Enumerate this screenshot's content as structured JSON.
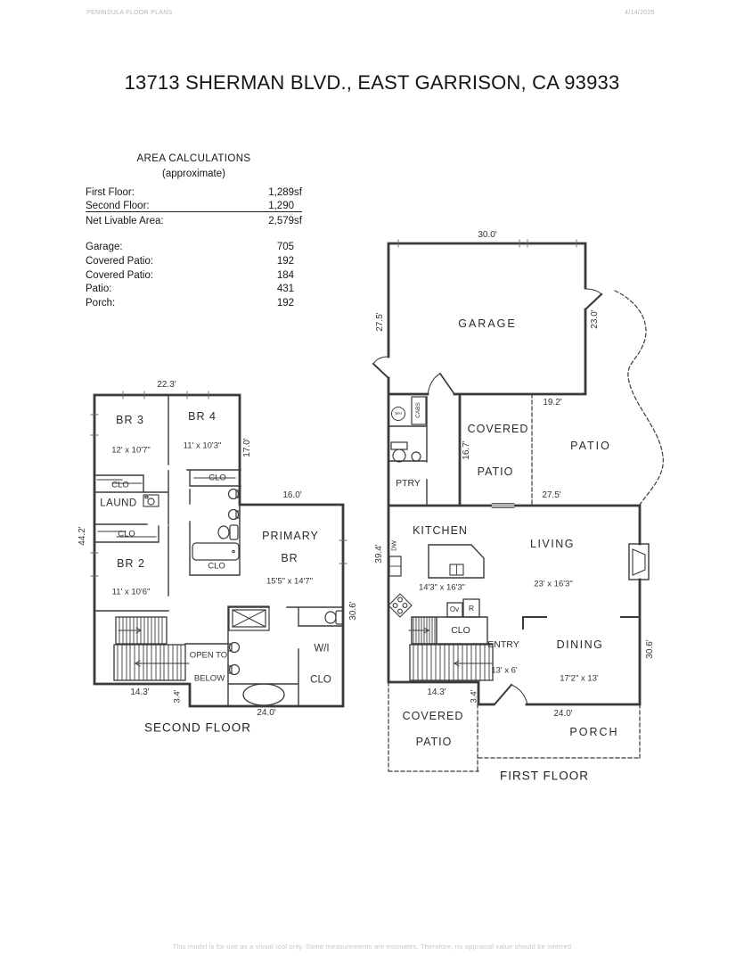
{
  "header": {
    "brand": "PENINSULA FLOOR PLANS",
    "date": "4/14/2025"
  },
  "title": "13713 SHERMAN BLVD., EAST GARRISON, CA 93933",
  "area_calculations": {
    "heading": "AREA CALCULATIONS",
    "subheading": "(approximate)",
    "main_rows": [
      {
        "label": "First Floor:",
        "value": "1,289sf"
      },
      {
        "label": "Second Floor:",
        "value": "1,290"
      },
      {
        "label": "Net Livable Area:",
        "value": "2,579sf"
      }
    ],
    "extra_rows": [
      {
        "label": "Garage:",
        "value": "705"
      },
      {
        "label": "Covered Patio:",
        "value": "192"
      },
      {
        "label": "Covered Patio:",
        "value": "184"
      },
      {
        "label": "Patio:",
        "value": "431"
      },
      {
        "label": "Porch:",
        "value": "192"
      }
    ]
  },
  "first_floor": {
    "floor_label": "FIRST FLOOR",
    "garage": "GARAGE",
    "dim_garage_width": "30.0'",
    "dim_garage_left": "27.5'",
    "dim_garage_right": "23.0'",
    "covered_word": "COVERED",
    "patio_word": "PATIO",
    "dim_covered_height": "16.7'",
    "dim_patio_width": "19.2'",
    "dim_patio_bottom": "27.5'",
    "patio": "PATIO",
    "wh": "WH",
    "cabs": "CABS",
    "ptry": "PTRY",
    "kitchen": "KITCHEN",
    "kitchen_dim": "14'3\" x 16'3\"",
    "dw": "DW",
    "dim_left_height": "39.4'",
    "living": "LIVING",
    "living_dim": "23' x 16'3\"",
    "oven": "Ov",
    "refrigerator": "R",
    "closet": "CLO",
    "entry": "ENTRY",
    "entry_dim": "13' x 6'",
    "dining": "DINING",
    "dining_dim": "17'2\" x 13'",
    "dim_right_height": "30.6'",
    "dim_bottom_left": "14.3'",
    "dim_step": "3.4'",
    "covered_patio_word1": "COVERED",
    "covered_patio_word2": "PATIO",
    "dim_bottom": "24.0'",
    "porch": "PORCH"
  },
  "second_floor": {
    "floor_label": "SECOND FLOOR",
    "dim_top": "22.3'",
    "br3": "BR 3",
    "br3_dim": "12' x 10'7\"",
    "br4": "BR 4",
    "br4_dim": "11' x 10'3\"",
    "dim_right_upper": "17.0'",
    "closet_br3": "CLO",
    "laundry": "LAUND",
    "closet_br4": "CLO",
    "dim_left_height": "44.2'",
    "closet_br2": "CLO",
    "br2": "BR 2",
    "br2_dim": "11' x 10'6\"",
    "closet_bath": "CLO",
    "dim_primary_width": "16.0'",
    "primary_line1": "PRIMARY",
    "primary_line2": "BR",
    "primary_dim": "15'5\" x 14'7\"",
    "dim_right_height": "30.6'",
    "walkin_line1": "W/I",
    "walkin_line2": "CLO",
    "open_line1": "OPEN TO",
    "open_line2": "BELOW",
    "dim_bottom_left": "14.3'",
    "dim_step": "3.4'",
    "dim_bottom": "24.0'"
  },
  "footer": "This model is for use as a visual tool only. Some measurements are estimates. Therefore, no appraisal value should be inferred"
}
